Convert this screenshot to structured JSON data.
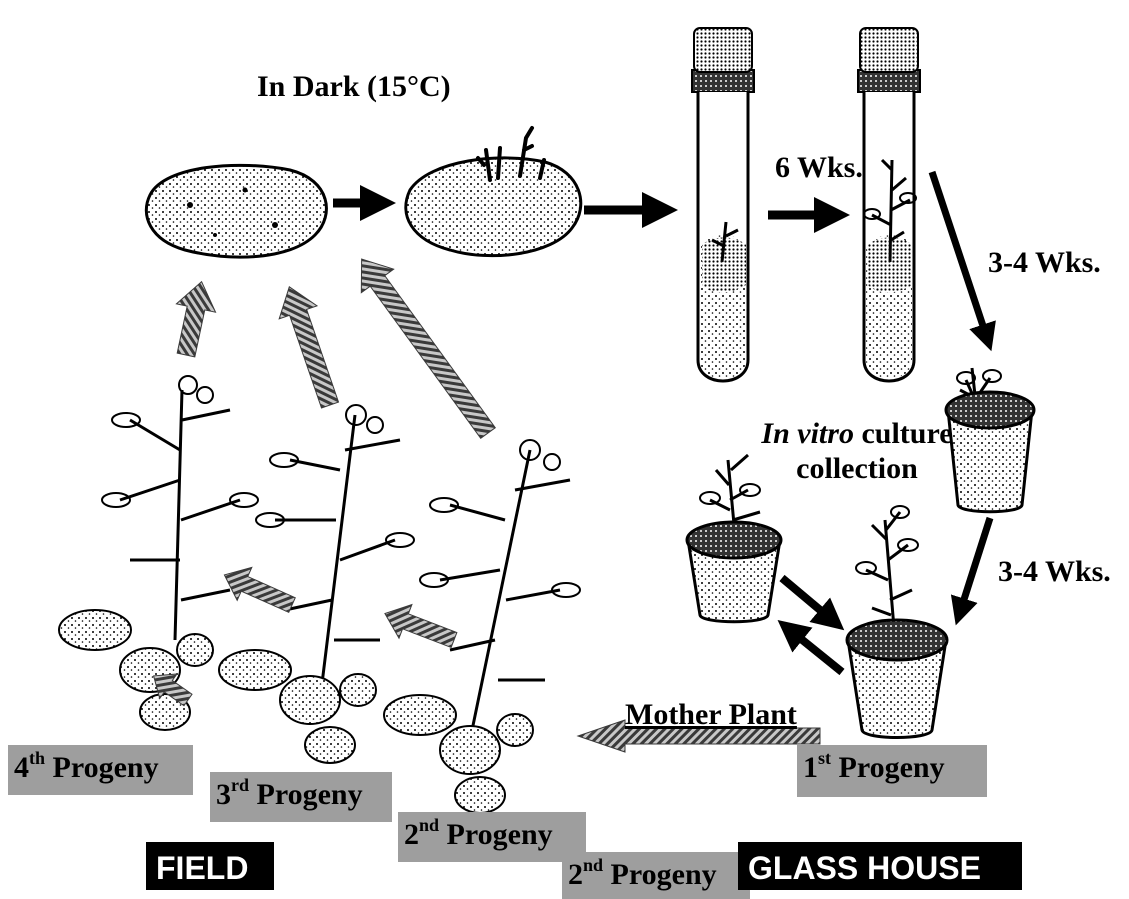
{
  "labels": {
    "dark": "In Dark (15°C)",
    "six_weeks": "6 Wks.",
    "three_four_a": "3-4 Wks.",
    "three_four_b": "3-4 Wks.",
    "invitro_italic": "In vitro",
    "invitro_rest": " culture",
    "collection": "collection",
    "mother_plant": "Mother Plant"
  },
  "progeny": {
    "fourth": {
      "num": "4",
      "sup": "th",
      "word": " Progeny"
    },
    "third": {
      "num": "3",
      "sup": "rd",
      "word": " Progeny"
    },
    "second_a": {
      "num": "2",
      "sup": "nd",
      "word": " Progeny"
    },
    "second_b": {
      "num": "2",
      "sup": "nd",
      "word": " Progeny"
    },
    "first": {
      "num": "1",
      "sup": "st",
      "word": " Progeny"
    }
  },
  "zones": {
    "field": "FIELD",
    "glass_house": "GLASS HOUSE"
  },
  "colors": {
    "ink": "#000000",
    "label_box": "#9e9e9e",
    "hatched_arrow": "#6e6e6e"
  }
}
